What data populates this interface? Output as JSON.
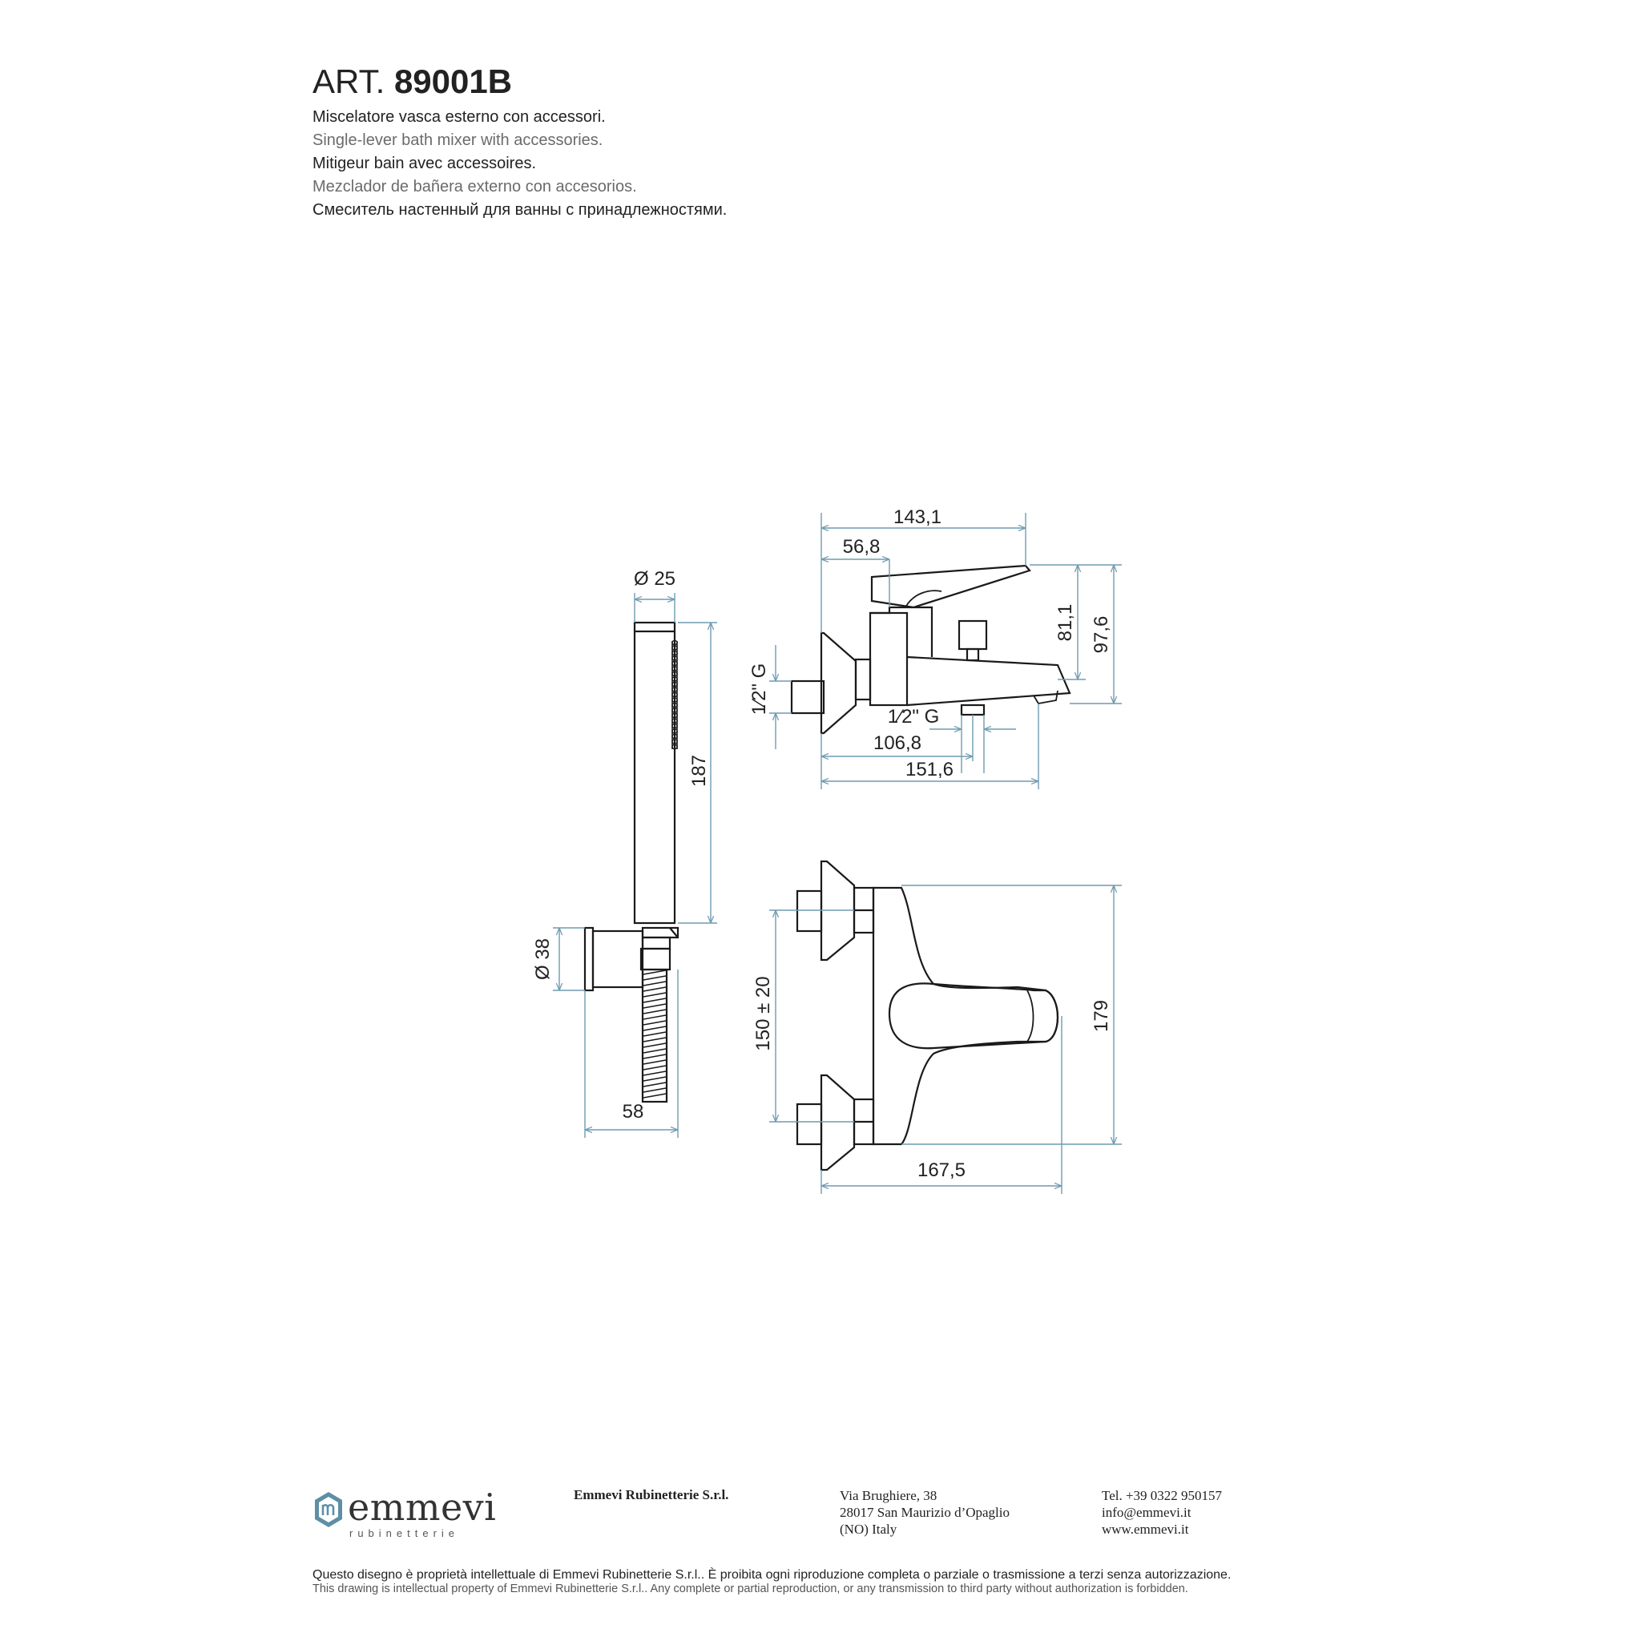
{
  "header": {
    "art_prefix": "ART.",
    "art_code": "89001B",
    "descriptions": [
      "Miscelatore vasca esterno con accessori.",
      "Single-lever bath mixer with accessories.",
      "Mitigeur bain avec accessoires.",
      "Mezclador de bañera externo con accesorios.",
      "Смеситель настенный для ванны с принадлежностями."
    ]
  },
  "dimensions": {
    "hand_shower_diameter": "Ø 25",
    "hand_shower_length": "187",
    "holder_diameter": "Ø 38",
    "holder_depth": "58",
    "lever_length": "143,1",
    "lever_offset": "56,8",
    "height_body": "81,1",
    "height_total": "97,6",
    "inlet_thread": "1⁄2\" G",
    "outlet_thread": "1⁄2\" G",
    "outlet_distance": "106,8",
    "spout_projection": "151,6",
    "centres": "150 ± 20",
    "plan_width": "179",
    "plan_depth": "167,5"
  },
  "colors": {
    "dimension_line": "#6f9bb0",
    "outline": "#1a1a1a"
  },
  "footer": {
    "brand": "emmevi",
    "brand_sub": "rubinetterie",
    "company": "Emmevi Rubinetterie S.r.l.",
    "address": [
      "Via Brughiere, 38",
      "28017 San Maurizio d’Opaglio",
      "(NO) Italy"
    ],
    "contact": [
      "Tel. +39 0322 950157",
      "info@emmevi.it",
      "www.emmevi.it"
    ],
    "legal_it": "Questo disegno è proprietà intellettuale di Emmevi Rubinetterie S.r.l.. È proibita ogni riproduzione completa o parziale o trasmissione a terzi senza autorizzazione.",
    "legal_en": "This drawing is intellectual property of Emmevi Rubinetterie S.r.l.. Any complete or partial reproduction, or any transmission to third party without authorization is forbidden."
  }
}
